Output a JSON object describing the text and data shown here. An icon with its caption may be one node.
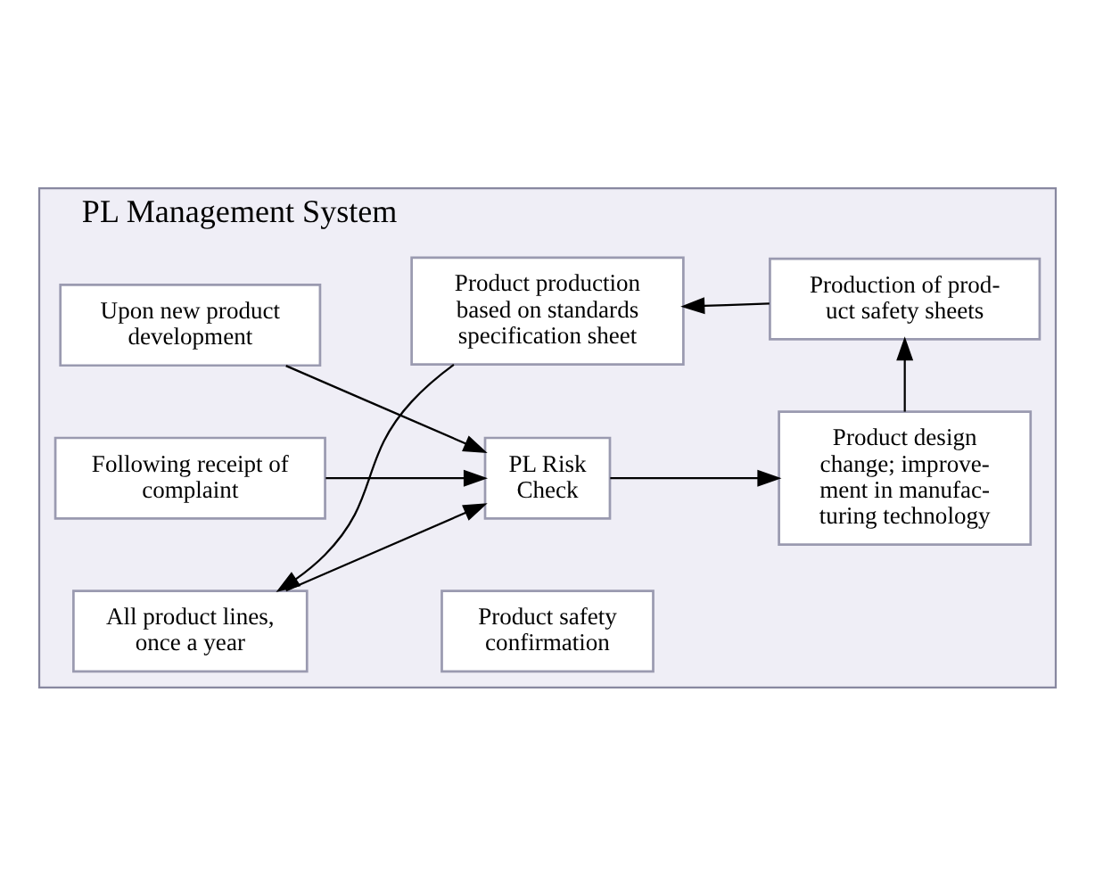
{
  "diagram": {
    "nodes": [
      {
        "text": [
          "PL Management System"
        ]
      },
      {
        "text": [
          "Upon new product development"
        ],
        "in": 0
      },
      {
        "text": [
          "Following receipt of complaint"
        ],
        "in": 0
      },
      {
        "text": [
          "All product lines, once a year"
        ],
        "in": 0
      },
      {
        "text": [
          "PL Risk Check"
        ],
        "in": 0
      },
      {
        "text": [
          "Product design change; improve- ment in manufac- turing technology"
        ],
        "in": 0
      },
      {
        "text": [
          "Product safety confirmation"
        ],
        "in": 0
      },
      {
        "text": [
          "Production of prod- uct safety sheets"
        ],
        "in": 0
      },
      {
        "text": [
          "Product production based on standards specification sheet"
        ],
        "in": 0
      }
    ],
    "edges": [
      {
        "from": 1,
        "to": 4,
        "arrow": "to"
      },
      {
        "from": 2,
        "to": 4,
        "arrow": "to"
      },
      {
        "from": 3,
        "to": 4,
        "arrow": "to"
      },
      {
        "from": 4,
        "to": 5,
        "arrow": "to"
      },
      {
        "from": 5,
        "to": 7,
        "arrow": "to"
      },
      {
        "from": 7,
        "to": 8,
        "arrow": "to"
      },
      {
        "from": 8,
        "to": 3,
        "arrow": "to"
      }
    ]
  }
}
